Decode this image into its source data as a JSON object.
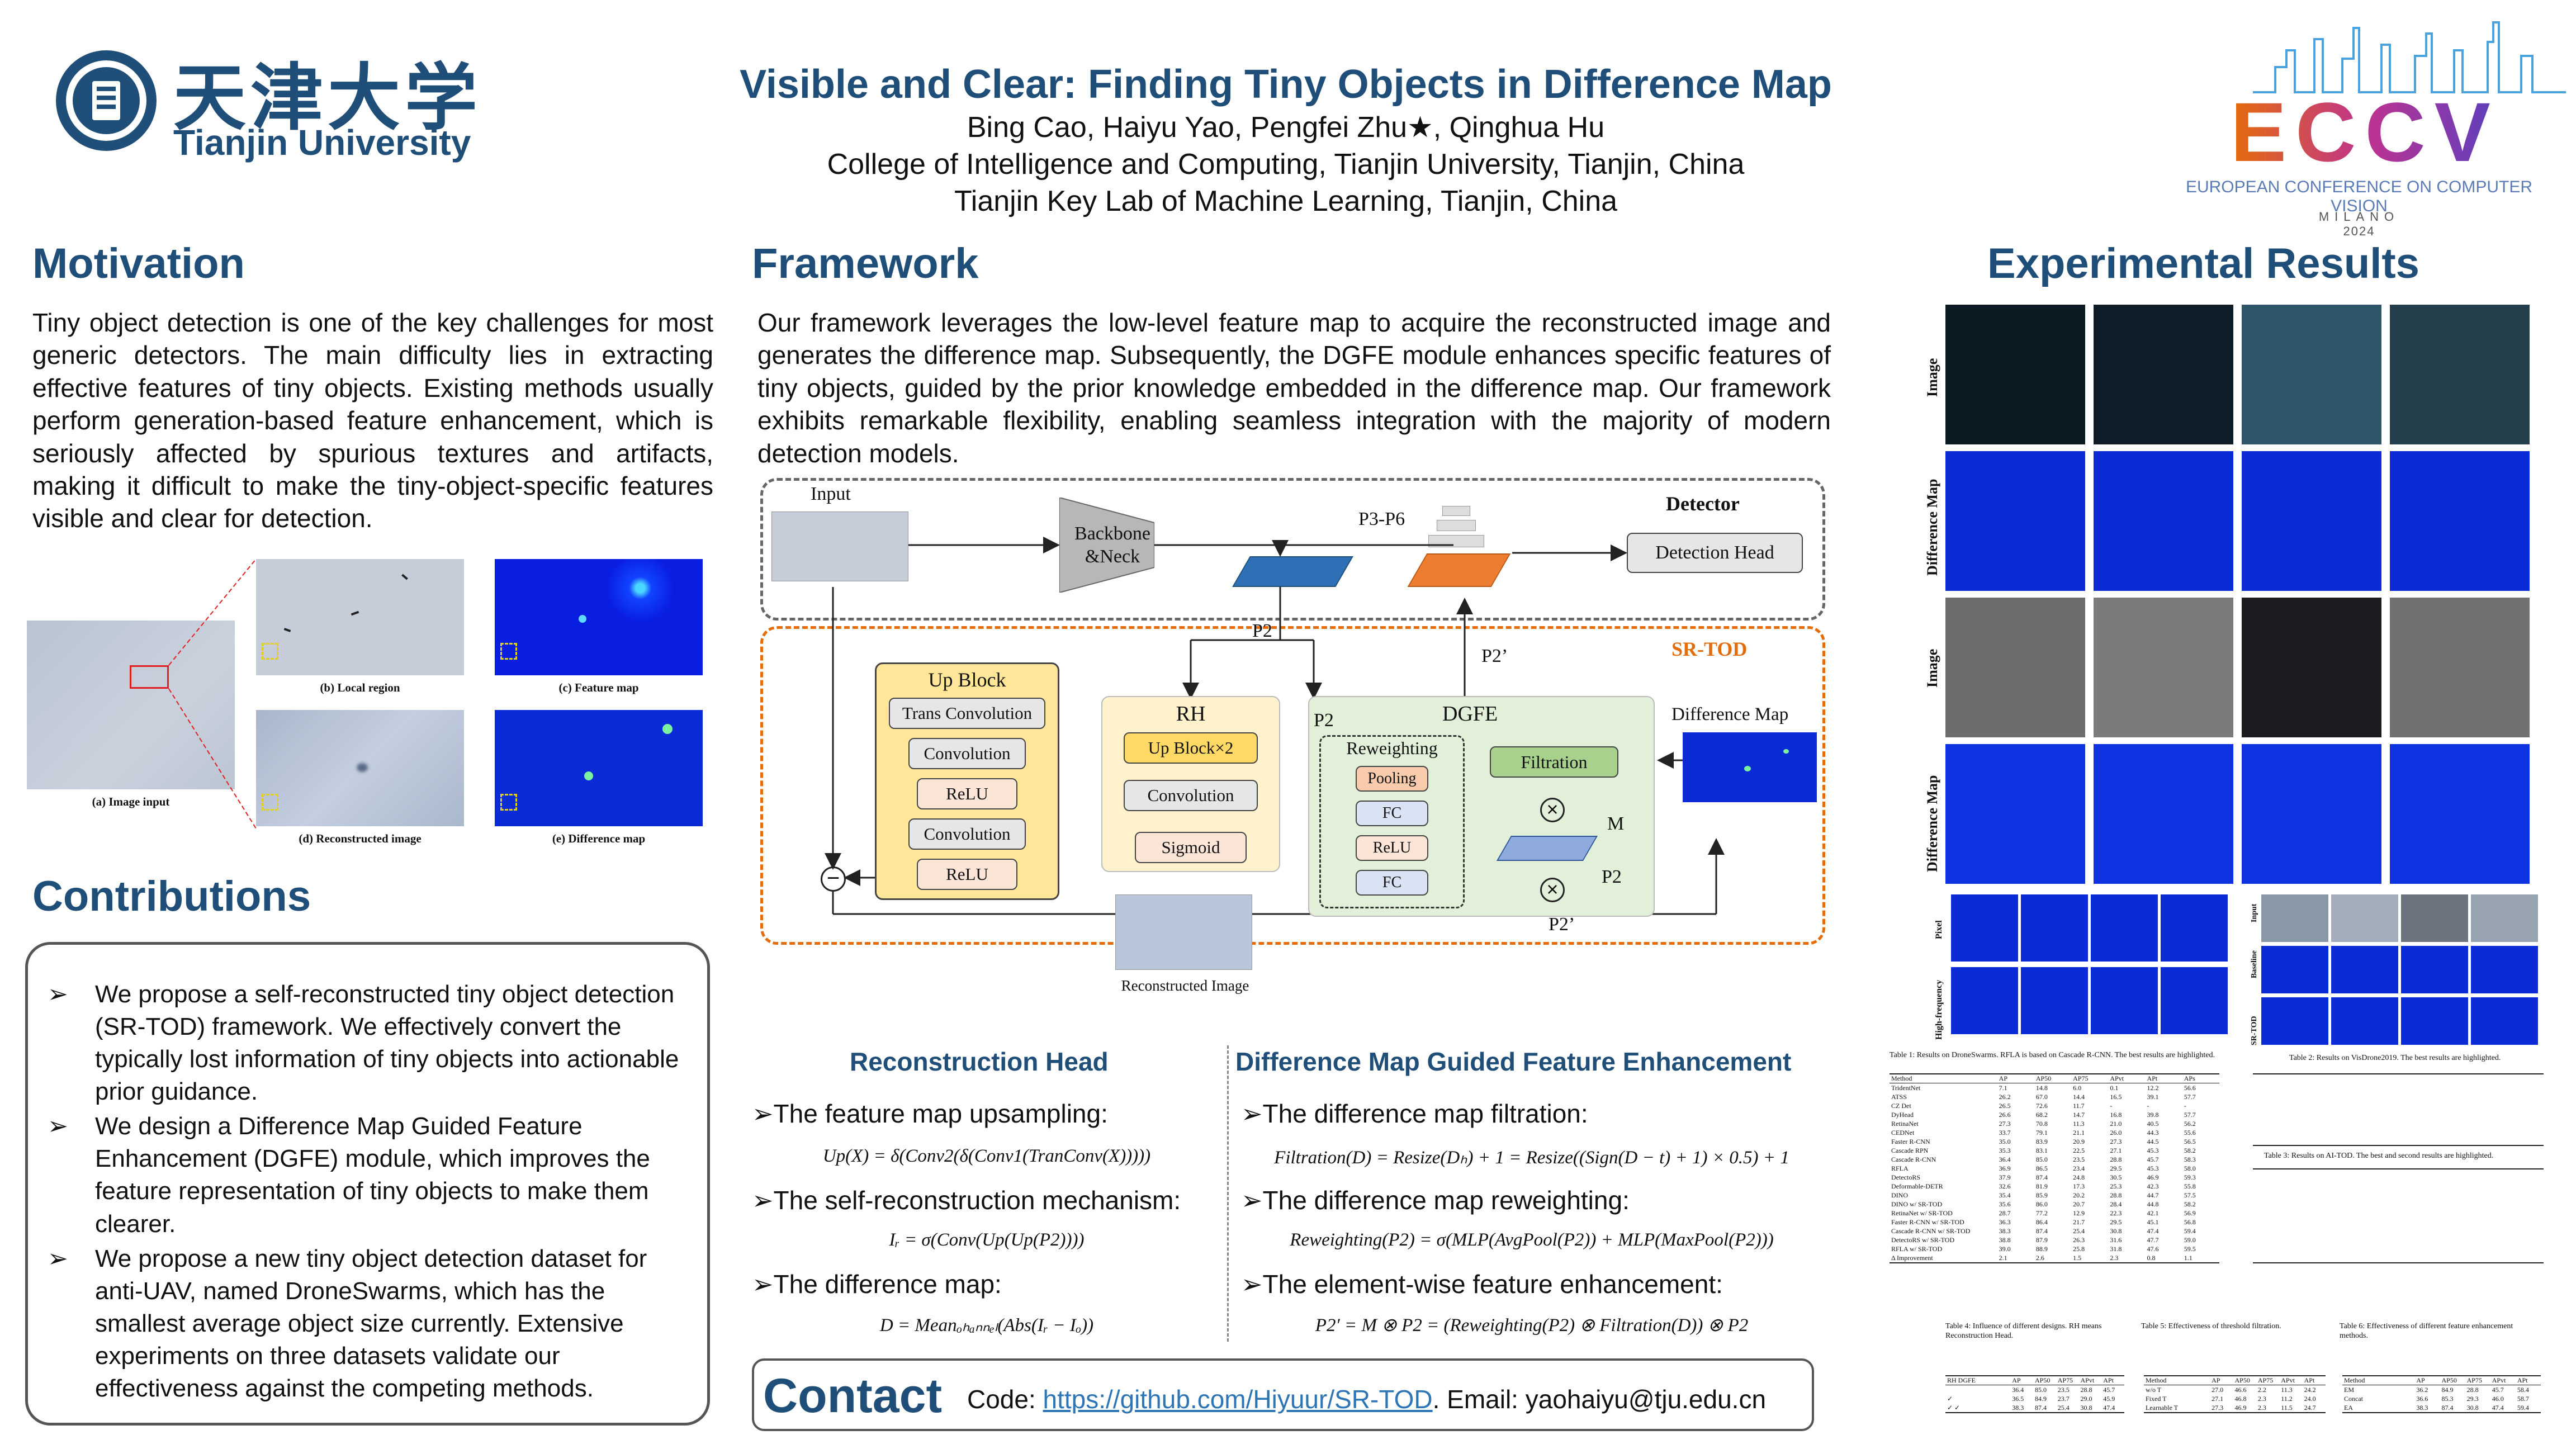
{
  "header": {
    "title": "Visible and Clear: Finding Tiny Objects in Difference Map",
    "authors": "Bing Cao, Haiyu Yao, Pengfei Zhu★, Qinghua Hu",
    "affiliation1": "College of Intelligence and Computing, Tianjin University, Tianjin, China",
    "affiliation2": "Tianjin Key Lab of Machine Learning, Tianjin, China",
    "univ_cn": "天津大学",
    "univ_en": "Tianjin University",
    "conf_word": "ECCV",
    "conf_full": "EUROPEAN CONFERENCE ON COMPUTER VISION",
    "conf_city": "MILANO",
    "conf_year": "2024"
  },
  "colors": {
    "heading": "#1f4e79",
    "orange": "#e46c0a",
    "diff_map_blue": "#0b2bd6",
    "green_panel": "#e2f0d9",
    "yellow_panel": "#fff2cc",
    "link": "#2e75b6"
  },
  "motivation": {
    "heading": "Motivation",
    "text": "Tiny object detection is one of the key challenges for most generic detectors. The main difficulty lies in extracting effective features of tiny objects. Existing methods usually perform generation-based feature enhancement, which is seriously affected by spurious textures and artifacts, making it difficult to make the tiny-object-specific features visible and clear for detection.",
    "captions": {
      "a": "(a) Image input",
      "b": "(b) Local region",
      "c": "(c) Feature map",
      "d": "(d) Reconstructed image",
      "e": "(e) Difference map"
    }
  },
  "contributions": {
    "heading": "Contributions",
    "arrow": "➢",
    "items": [
      "We propose a self-reconstructed tiny object detection (SR-TOD) framework. We effectively convert the typically lost information of tiny objects into actionable prior guidance.",
      "We design a Difference Map Guided Feature Enhancement (DGFE) module, which improves the feature representation of tiny objects to make them clearer.",
      "We propose a new tiny object detection dataset for anti-UAV, named DroneSwarms, which has the smallest average object size currently. Extensive experiments on three datasets validate our effectiveness against the competing methods."
    ]
  },
  "framework": {
    "heading": "Framework",
    "text": "Our framework leverages the low-level feature map to acquire the reconstructed image and generates the difference map. Subsequently, the DGFE module enhances specific features of tiny objects, guided by the prior knowledge embedded in the difference map. Our framework exhibits remarkable flexibility, enabling seamless integration with the majority of modern detection models.",
    "diagram": {
      "input": "Input",
      "backbone1": "Backbone",
      "backbone2": "&Neck",
      "p3p6": "P3-P6",
      "detector": "Detector",
      "detection_head": "Detection Head",
      "p2": "P2",
      "p2prime": "P2’",
      "srtod": "SR-TOD",
      "up_block": "Up Block",
      "trans_conv": "Trans Convolution",
      "convolution": "Convolution",
      "relu": "ReLU",
      "rh": "RH",
      "up_block_x2": "Up Block×2",
      "sigmoid": "Sigmoid",
      "reconstructed": "Reconstructed Image",
      "dgfe": "DGFE",
      "reweighting": "Reweighting",
      "pooling": "Pooling",
      "fc": "FC",
      "filtration": "Filtration",
      "m": "M",
      "difference_map": "Difference Map",
      "minus": "−",
      "times": "×"
    }
  },
  "reconstruction_head": {
    "heading": "Reconstruction Head",
    "items": [
      {
        "label": "➢The feature map upsampling:",
        "eq": "Up(X) = δ(Conv2(δ(Conv1(TranConv(X)))))"
      },
      {
        "label": "➢The self-reconstruction mechanism:",
        "eq": "Iᵣ = σ(Conv(Up(Up(P2))))"
      },
      {
        "label": "➢The difference map:",
        "eq": "D = Meanₒₕₐₙₙₑₗ(Abs(Iᵣ − Iₒ))"
      }
    ]
  },
  "dgfe_section": {
    "heading": "Difference Map Guided Feature Enhancement",
    "items": [
      {
        "label": "➢The difference map filtration:",
        "eq": "Filtration(D) = Resize(Dₕ) + 1 = Resize((Sign(D − t) + 1) × 0.5) + 1"
      },
      {
        "label": "➢The difference map reweighting:",
        "eq": "Reweighting(P2) = σ(MLP(AvgPool(P2)) + MLP(MaxPool(P2)))"
      },
      {
        "label": "➢The element-wise feature enhancement:",
        "eq": "P2′ = M ⊗ P2 = (Reweighting(P2) ⊗ Filtration(D)) ⊗ P2"
      }
    ]
  },
  "contact": {
    "heading": "Contact",
    "code_label": "Code: ",
    "url": "https://github.com/Hiyuur/SR-TOD",
    "email_label": ". Email: yaohaiyu@tju.edu.cn"
  },
  "results": {
    "heading": "Experimental Results",
    "row_labels": [
      "Image",
      "Difference Map",
      "Image",
      "Difference Map"
    ],
    "small_labels": [
      "Pixel",
      "High-frequency",
      "Input",
      "Baseline",
      "SR-TOD"
    ],
    "table1_caption": "Table 1: Results on DroneSwarms. RFLA is based on Cascade R-CNN. The best results are highlighted.",
    "table2_caption": "Table 2: Results on VisDrone2019. The best results are highlighted.",
    "table3_caption": "Table 3: Results on AI-TOD. The best and second results are highlighted.",
    "table4_caption": "Table 4: Influence of different designs. RH means Reconstruction Head.",
    "table5_caption": "Table 5: Effectiveness of threshold filtration.",
    "table6_caption": "Table 6: Effectiveness of different feature enhancement methods.",
    "table_header": [
      "Method",
      "AP",
      "AP50",
      "AP75",
      "APvt",
      "APt",
      "APs"
    ],
    "table1_rows": [
      [
        "TridentNet",
        "7.1",
        "14.8",
        "6.0",
        "0.1",
        "12.2",
        "56.6"
      ],
      [
        "ATSS",
        "26.2",
        "67.0",
        "14.4",
        "16.5",
        "39.1",
        "57.7"
      ],
      [
        "CZ Det",
        "26.5",
        "72.6",
        "11.7",
        "-",
        "-",
        "-"
      ],
      [
        "DyHead",
        "26.6",
        "68.2",
        "14.7",
        "16.8",
        "39.8",
        "57.7"
      ],
      [
        "RetinaNet",
        "27.3",
        "70.8",
        "11.3",
        "21.0",
        "40.5",
        "56.2"
      ],
      [
        "CEDNet",
        "33.7",
        "79.1",
        "21.1",
        "26.0",
        "44.3",
        "55.6"
      ],
      [
        "Faster R-CNN",
        "35.0",
        "83.9",
        "20.9",
        "27.3",
        "44.5",
        "56.5"
      ],
      [
        "Cascade RPN",
        "35.3",
        "83.1",
        "22.5",
        "27.1",
        "45.3",
        "58.2"
      ],
      [
        "Cascade R-CNN",
        "36.4",
        "85.0",
        "23.5",
        "28.8",
        "45.7",
        "58.3"
      ],
      [
        "RFLA",
        "36.9",
        "86.5",
        "23.4",
        "29.5",
        "45.3",
        "58.0"
      ],
      [
        "DetectoRS",
        "37.9",
        "87.4",
        "24.8",
        "30.5",
        "46.9",
        "59.3"
      ],
      [
        "Deformable-DETR",
        "32.6",
        "81.9",
        "17.3",
        "25.3",
        "42.3",
        "55.8"
      ],
      [
        "DINO",
        "35.4",
        "85.9",
        "20.2",
        "28.8",
        "44.7",
        "57.5"
      ],
      [
        "DINO w/ SR-TOD",
        "35.6",
        "86.0",
        "20.7",
        "28.4",
        "44.8",
        "58.2"
      ],
      [
        "RetinaNet w/ SR-TOD",
        "28.7",
        "77.2",
        "12.9",
        "22.3",
        "42.1",
        "56.9"
      ],
      [
        "Faster R-CNN w/ SR-TOD",
        "36.3",
        "86.4",
        "21.7",
        "29.5",
        "45.1",
        "56.8"
      ],
      [
        "Cascade R-CNN w/ SR-TOD",
        "38.3",
        "87.4",
        "25.4",
        "30.8",
        "47.4",
        "59.4"
      ],
      [
        "DetectoRS w/ SR-TOD",
        "38.8",
        "87.9",
        "26.3",
        "31.6",
        "47.7",
        "59.0"
      ],
      [
        "RFLA w/ SR-TOD",
        "39.0",
        "88.9",
        "25.8",
        "31.8",
        "47.6",
        "59.5"
      ],
      [
        "Δ Improvement",
        "2.1",
        "2.6",
        "1.5",
        "2.3",
        "0.8",
        "1.1"
      ]
    ],
    "table4_rows": [
      [
        "RH DGFE",
        "AP",
        "AP50",
        "AP75",
        "APvt",
        "APt"
      ],
      [
        "",
        "36.4",
        "85.0",
        "23.5",
        "28.8",
        "45.7"
      ],
      [
        "✓",
        "36.5",
        "84.9",
        "23.7",
        "29.0",
        "45.9"
      ],
      [
        "✓ ✓",
        "38.3",
        "87.4",
        "25.4",
        "30.8",
        "47.4"
      ]
    ],
    "table5_rows": [
      [
        "Method",
        "AP",
        "AP50",
        "AP75",
        "APvt",
        "APt"
      ],
      [
        "w/o T",
        "27.0",
        "46.6",
        "2.2",
        "11.3",
        "24.2"
      ],
      [
        "Fixed T",
        "27.1",
        "46.8",
        "2.3",
        "11.2",
        "24.0"
      ],
      [
        "Learnable T",
        "27.3",
        "46.9",
        "2.3",
        "11.5",
        "24.7"
      ]
    ],
    "table6_rows": [
      [
        "Method",
        "AP",
        "AP50",
        "AP75",
        "APvt",
        "APt"
      ],
      [
        "EM",
        "36.2",
        "84.9",
        "28.8",
        "45.7",
        "58.4"
      ],
      [
        "Concat",
        "36.6",
        "85.3",
        "29.3",
        "46.0",
        "58.7"
      ],
      [
        "EA",
        "38.3",
        "87.4",
        "30.8",
        "47.4",
        "59.4"
      ]
    ]
  }
}
